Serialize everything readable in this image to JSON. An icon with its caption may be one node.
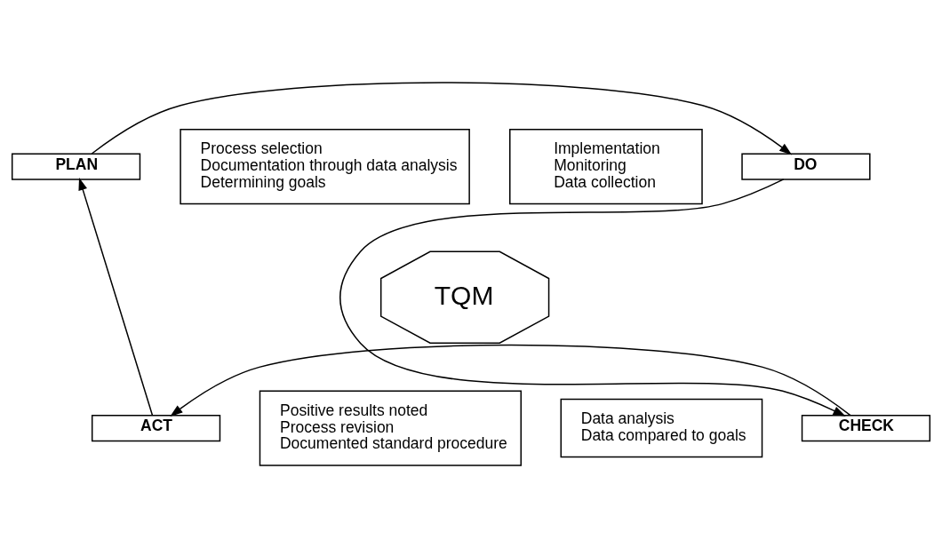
{
  "diagram": {
    "nodes": [
      {
        "text": [
          "PLAN"
        ]
      },
      {
        "text": [
          "DO"
        ]
      },
      {
        "text": [
          "CHECK"
        ]
      },
      {
        "text": [
          "ACT"
        ]
      },
      {
        "text": [
          "Process selection",
          "Documentation through data analysis",
          "Determining goals"
        ]
      },
      {
        "text": [
          "Implementation",
          "Monitoring",
          "Data collection"
        ]
      },
      {
        "text": [
          "Data analysis",
          "Data compared to goals"
        ]
      },
      {
        "text": [
          "Positive results noted",
          "Process revision",
          "Documented standard procedure"
        ]
      },
      {
        "text": [
          "TQM"
        ]
      }
    ],
    "edges": [
      {
        "from": 0,
        "to": 1,
        "arrow": "to"
      },
      {
        "from": 1,
        "to": 2,
        "arrow": "to"
      },
      {
        "from": 2,
        "to": 3,
        "arrow": "to"
      },
      {
        "from": 3,
        "to": 0,
        "arrow": "to"
      }
    ]
  }
}
